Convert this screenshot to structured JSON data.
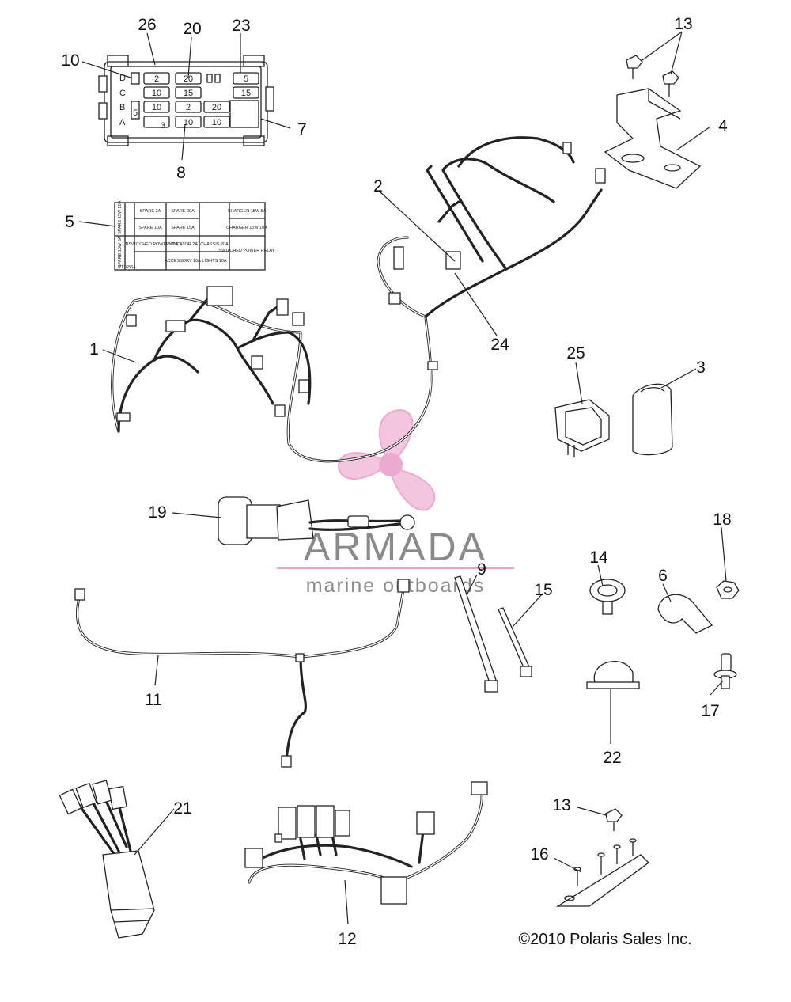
{
  "callouts": [
    {
      "id": "c1",
      "text": "1"
    },
    {
      "id": "c2",
      "text": "2"
    },
    {
      "id": "c3",
      "text": "3"
    },
    {
      "id": "c4",
      "text": "4"
    },
    {
      "id": "c5",
      "text": "5"
    },
    {
      "id": "c6",
      "text": "6"
    },
    {
      "id": "c7",
      "text": "7"
    },
    {
      "id": "c8",
      "text": "8"
    },
    {
      "id": "c9",
      "text": "9"
    },
    {
      "id": "c10",
      "text": "10"
    },
    {
      "id": "c11",
      "text": "11"
    },
    {
      "id": "c12",
      "text": "12"
    },
    {
      "id": "c13a",
      "text": "13"
    },
    {
      "id": "c13b",
      "text": "13"
    },
    {
      "id": "c14",
      "text": "14"
    },
    {
      "id": "c15",
      "text": "15"
    },
    {
      "id": "c16",
      "text": "16"
    },
    {
      "id": "c17",
      "text": "17"
    },
    {
      "id": "c18",
      "text": "18"
    },
    {
      "id": "c19",
      "text": "19"
    },
    {
      "id": "c20",
      "text": "20"
    },
    {
      "id": "c21",
      "text": "21"
    },
    {
      "id": "c22",
      "text": "22"
    },
    {
      "id": "c23",
      "text": "23"
    },
    {
      "id": "c24",
      "text": "24"
    },
    {
      "id": "c25",
      "text": "25"
    },
    {
      "id": "c26",
      "text": "26"
    }
  ],
  "fuse_box": {
    "row_letters": [
      "D",
      "C",
      "B",
      "A"
    ],
    "fuses": [
      "2",
      "20",
      "5",
      "10",
      "15",
      "15",
      "10",
      "2",
      "20",
      "5",
      "3",
      "10",
      "10"
    ]
  },
  "fuse_label": {
    "side_top": "SPARE 15W 20A",
    "side_bottom": "SPARE 15W 5A",
    "cells": [
      "SPARE 2A",
      "SPARE 20A",
      "CHARGER 15W 5A",
      "SPARE 10A",
      "SPARE 15A",
      "CHARGER 15W 10A",
      "UNSWITCHED POWER 10A",
      "INDICATOR 2A",
      "CHASSIS 20A",
      "SWITCHED POWER RELAY",
      "ACCESSORY 10A",
      "LIGHTS 10A"
    ],
    "code": "7176564"
  },
  "watermark": {
    "title": "ARMADA",
    "subtitle": "marine outboards",
    "color": "#e8a0c8"
  },
  "copyright": "©2010 Polaris Sales Inc."
}
